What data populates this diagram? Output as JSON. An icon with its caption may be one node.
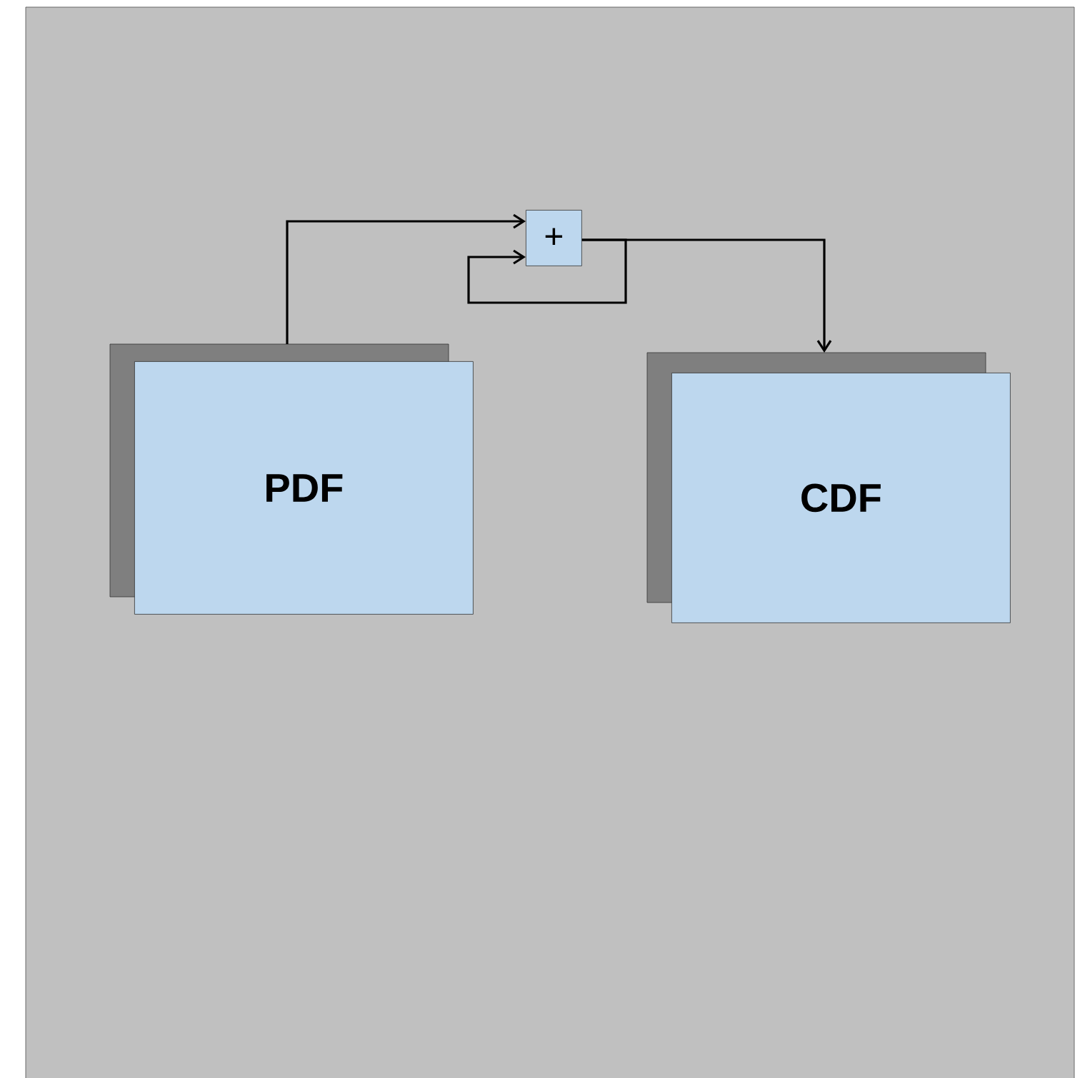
{
  "diagram": {
    "nodes": [
      {
        "text": [
          "PDF"
        ]
      },
      {
        "text": [
          "+"
        ]
      },
      {
        "text": [
          "CDF"
        ]
      }
    ],
    "edges": [
      {
        "from": 0,
        "to": 1,
        "arrow": "to"
      },
      {
        "from": 1,
        "to": 1,
        "arrow": "to"
      },
      {
        "from": 1,
        "to": 2,
        "arrow": "to"
      }
    ]
  }
}
